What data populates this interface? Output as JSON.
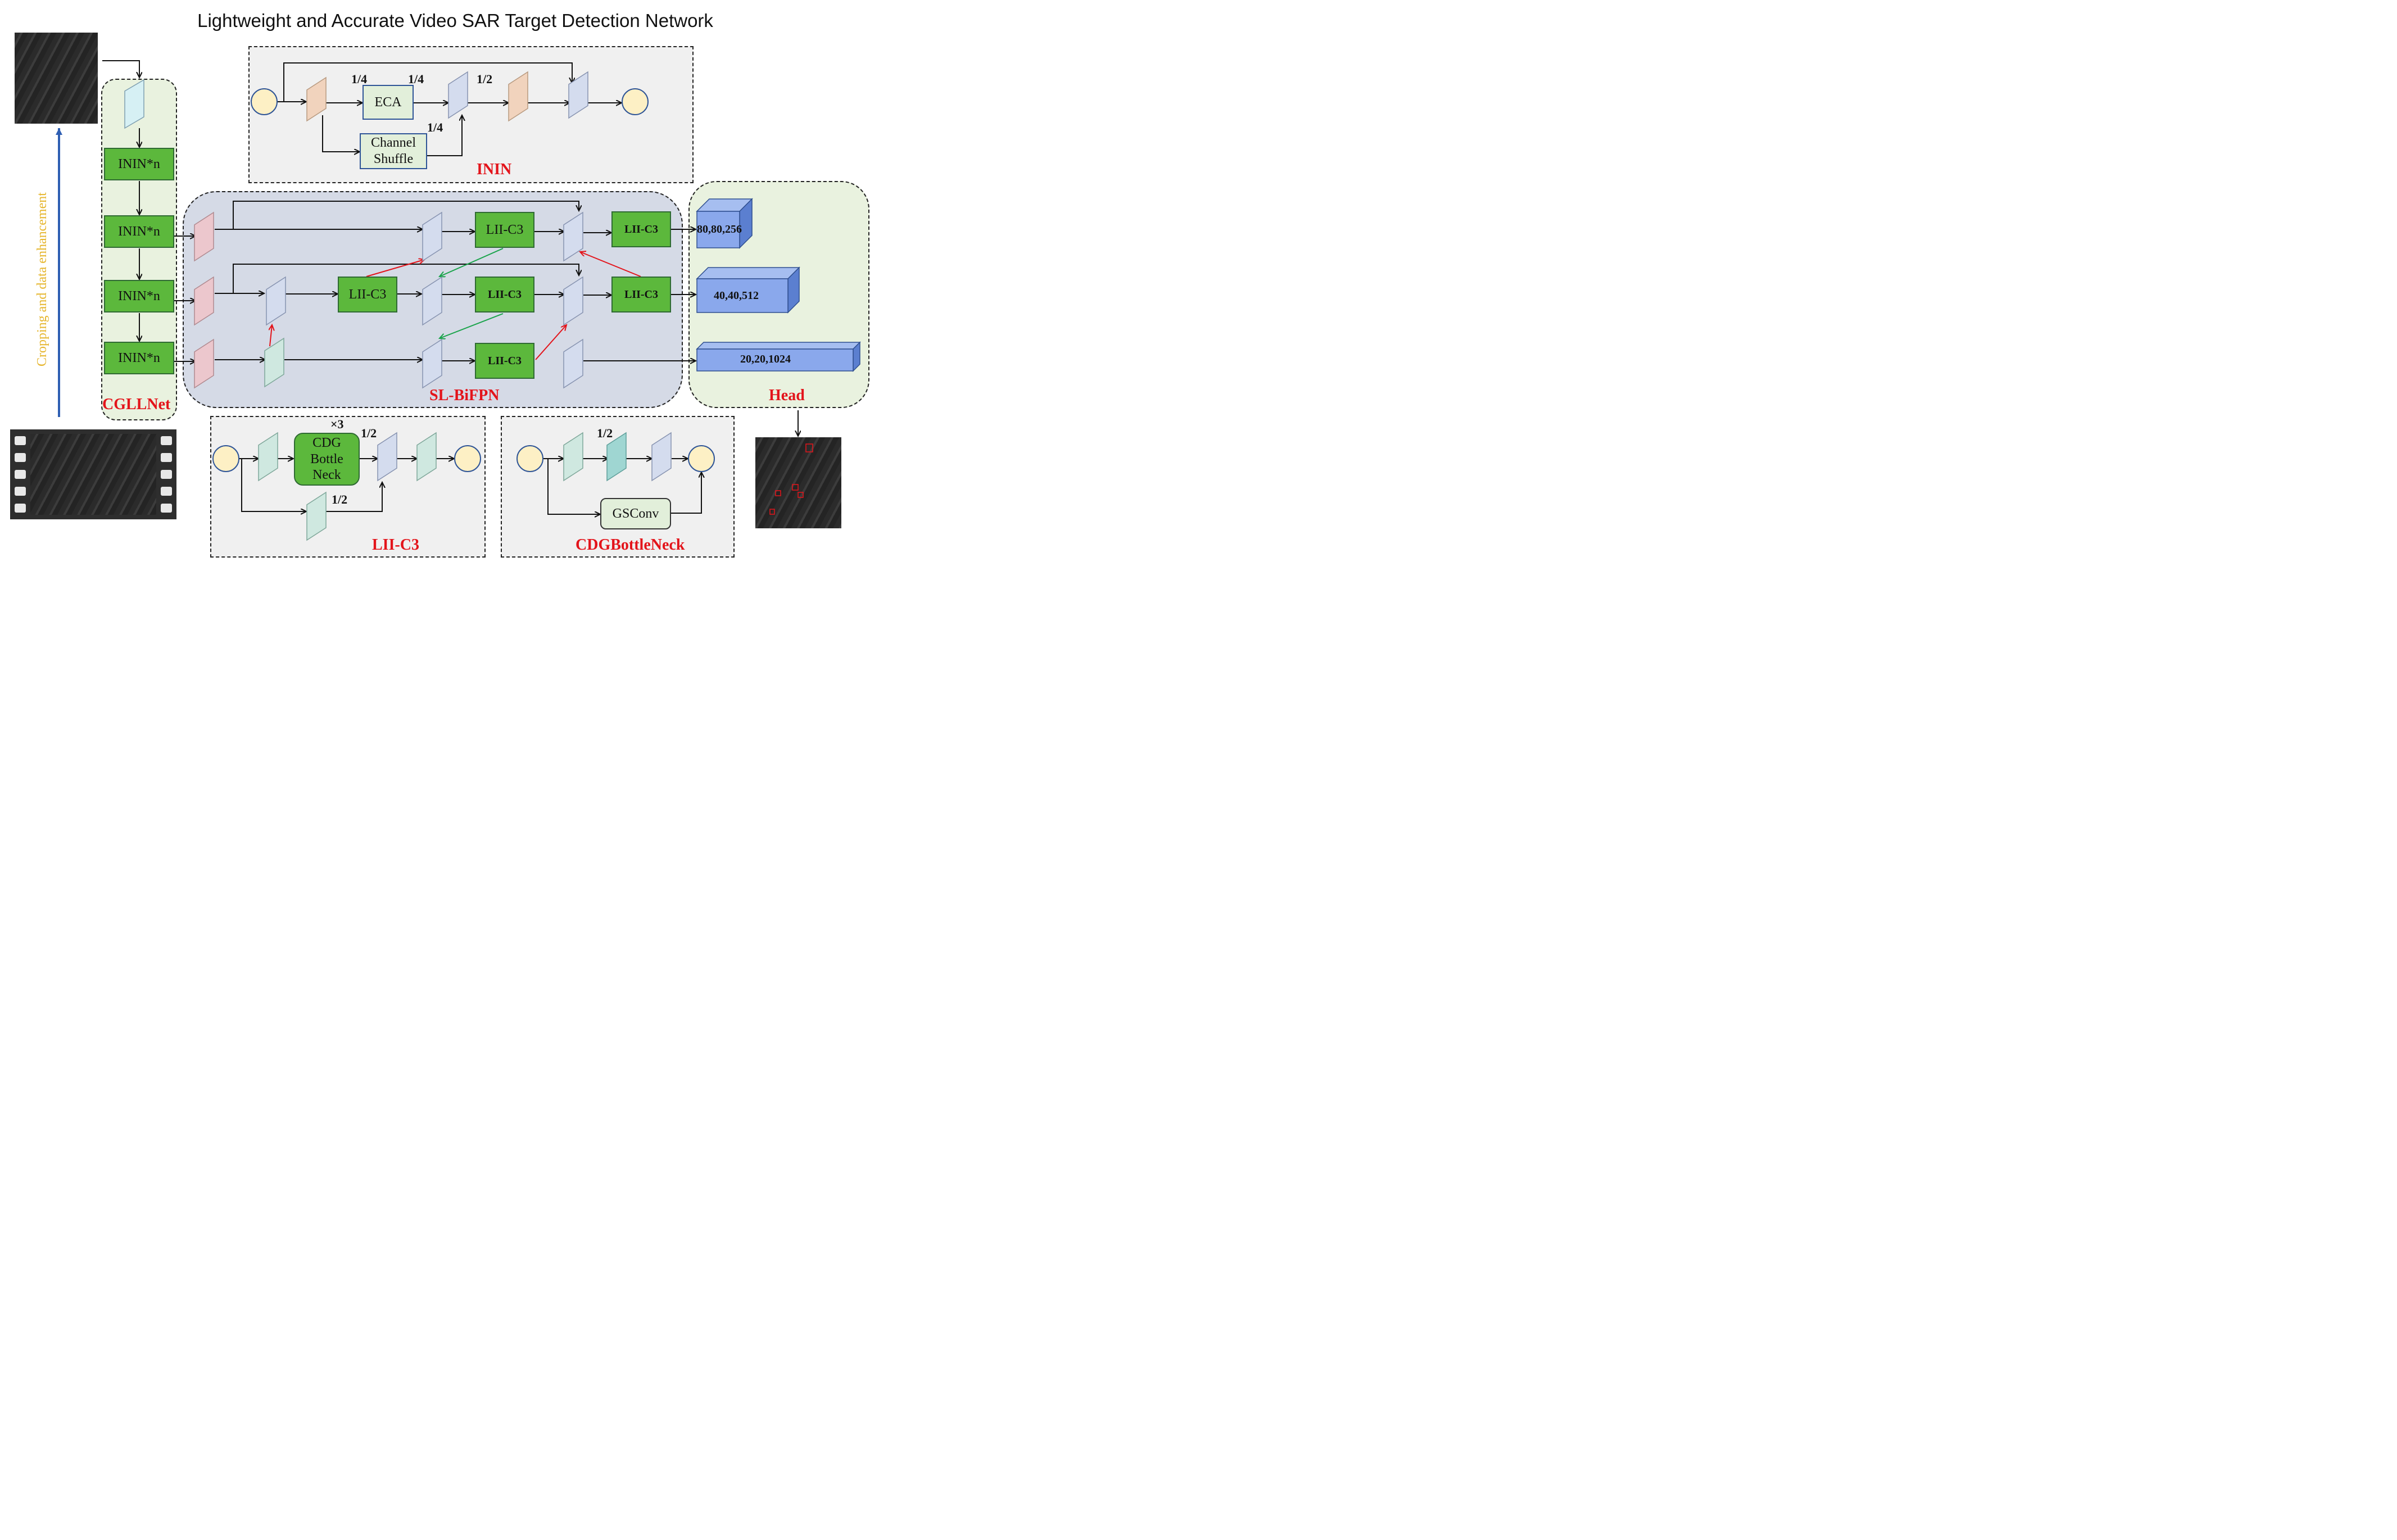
{
  "title": "Lightweight and Accurate Video SAR Target Detection Network",
  "side_label": "Cropping and data enhancement",
  "backbone": {
    "label": "CGLLNet",
    "block": "ININ*n"
  },
  "inin": {
    "label": "ININ",
    "eca": "ECA",
    "shuffle_line1": "Channel",
    "shuffle_line2": "Shuffle",
    "frac_a": "1/4",
    "frac_b": "1/4",
    "frac_c": "1/2",
    "frac_d": "1/4"
  },
  "neck": {
    "label": "SL-BiFPN",
    "block": "LII-C3"
  },
  "head": {
    "label": "Head",
    "out1": "80,80,256",
    "out2": "40,40,512",
    "out3": "20,20,1024"
  },
  "lii": {
    "label": "LII-C3",
    "times": "×3",
    "cdg_l1": "CDG",
    "cdg_l2": "Bottle",
    "cdg_l3": "Neck",
    "frac_a": "1/2",
    "frac_b": "1/2"
  },
  "cdg": {
    "label": "CDGBottleNeck",
    "gsconv": "GSConv",
    "frac": "1/2"
  }
}
